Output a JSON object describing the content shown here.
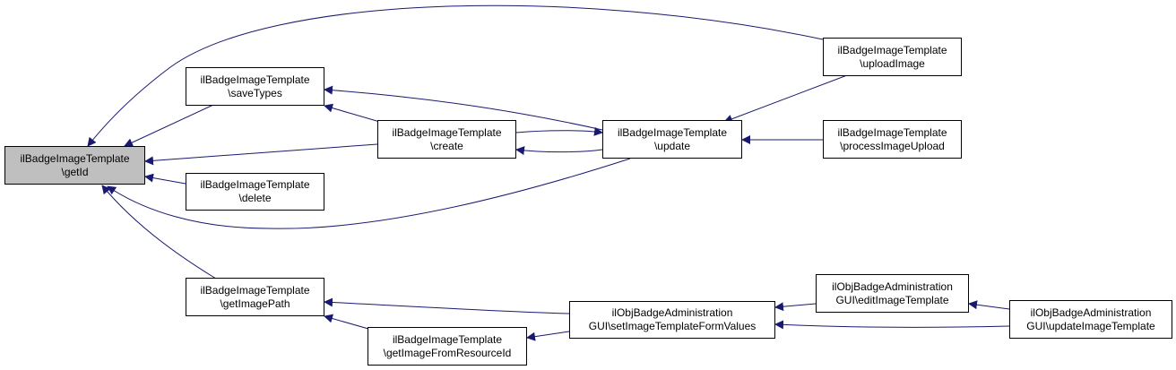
{
  "colors": {
    "edge": "#191970",
    "focus_fill": "#bfbfbf",
    "node_fill": "#ffffff",
    "border": "#000000"
  },
  "nodes": {
    "getId": {
      "line1": "ilBadgeImageTemplate",
      "line2": "\\getId"
    },
    "saveTypes": {
      "line1": "ilBadgeImageTemplate",
      "line2": "\\saveTypes"
    },
    "create": {
      "line1": "ilBadgeImageTemplate",
      "line2": "\\create"
    },
    "update": {
      "line1": "ilBadgeImageTemplate",
      "line2": "\\update"
    },
    "uploadImage": {
      "line1": "ilBadgeImageTemplate",
      "line2": "\\uploadImage"
    },
    "processImageUpload": {
      "line1": "ilBadgeImageTemplate",
      "line2": "\\processImageUpload"
    },
    "delete": {
      "line1": "ilBadgeImageTemplate",
      "line2": "\\delete"
    },
    "getImagePath": {
      "line1": "ilBadgeImageTemplate",
      "line2": "\\getImagePath"
    },
    "getImageFromResourceId": {
      "line1": "ilBadgeImageTemplate",
      "line2": "\\getImageFromResourceId"
    },
    "setImageTemplateFormValues": {
      "line1": "ilObjBadgeAdministration",
      "line2": "GUI\\setImageTemplateFormValues"
    },
    "editImageTemplate": {
      "line1": "ilObjBadgeAdministration",
      "line2": "GUI\\editImageTemplate"
    },
    "updateImageTemplate": {
      "line1": "ilObjBadgeAdministration",
      "line2": "GUI\\updateImageTemplate"
    }
  },
  "edges": [
    {
      "from": "saveTypes",
      "to": "getId"
    },
    {
      "from": "create",
      "to": "getId"
    },
    {
      "from": "uploadImage",
      "to": "getId"
    },
    {
      "from": "delete",
      "to": "getId"
    },
    {
      "from": "update",
      "to": "getId"
    },
    {
      "from": "getImagePath",
      "to": "getId"
    },
    {
      "from": "create",
      "to": "saveTypes"
    },
    {
      "from": "update",
      "to": "saveTypes"
    },
    {
      "from": "update",
      "to": "create"
    },
    {
      "from": "create",
      "to": "update"
    },
    {
      "from": "uploadImage",
      "to": "update"
    },
    {
      "from": "processImageUpload",
      "to": "update"
    },
    {
      "from": "setImageTemplateFormValues",
      "to": "getImagePath"
    },
    {
      "from": "getImageFromResourceId",
      "to": "getImagePath"
    },
    {
      "from": "setImageTemplateFormValues",
      "to": "getImageFromResourceId"
    },
    {
      "from": "editImageTemplate",
      "to": "setImageTemplateFormValues"
    },
    {
      "from": "updateImageTemplate",
      "to": "setImageTemplateFormValues"
    },
    {
      "from": "updateImageTemplate",
      "to": "editImageTemplate"
    }
  ]
}
